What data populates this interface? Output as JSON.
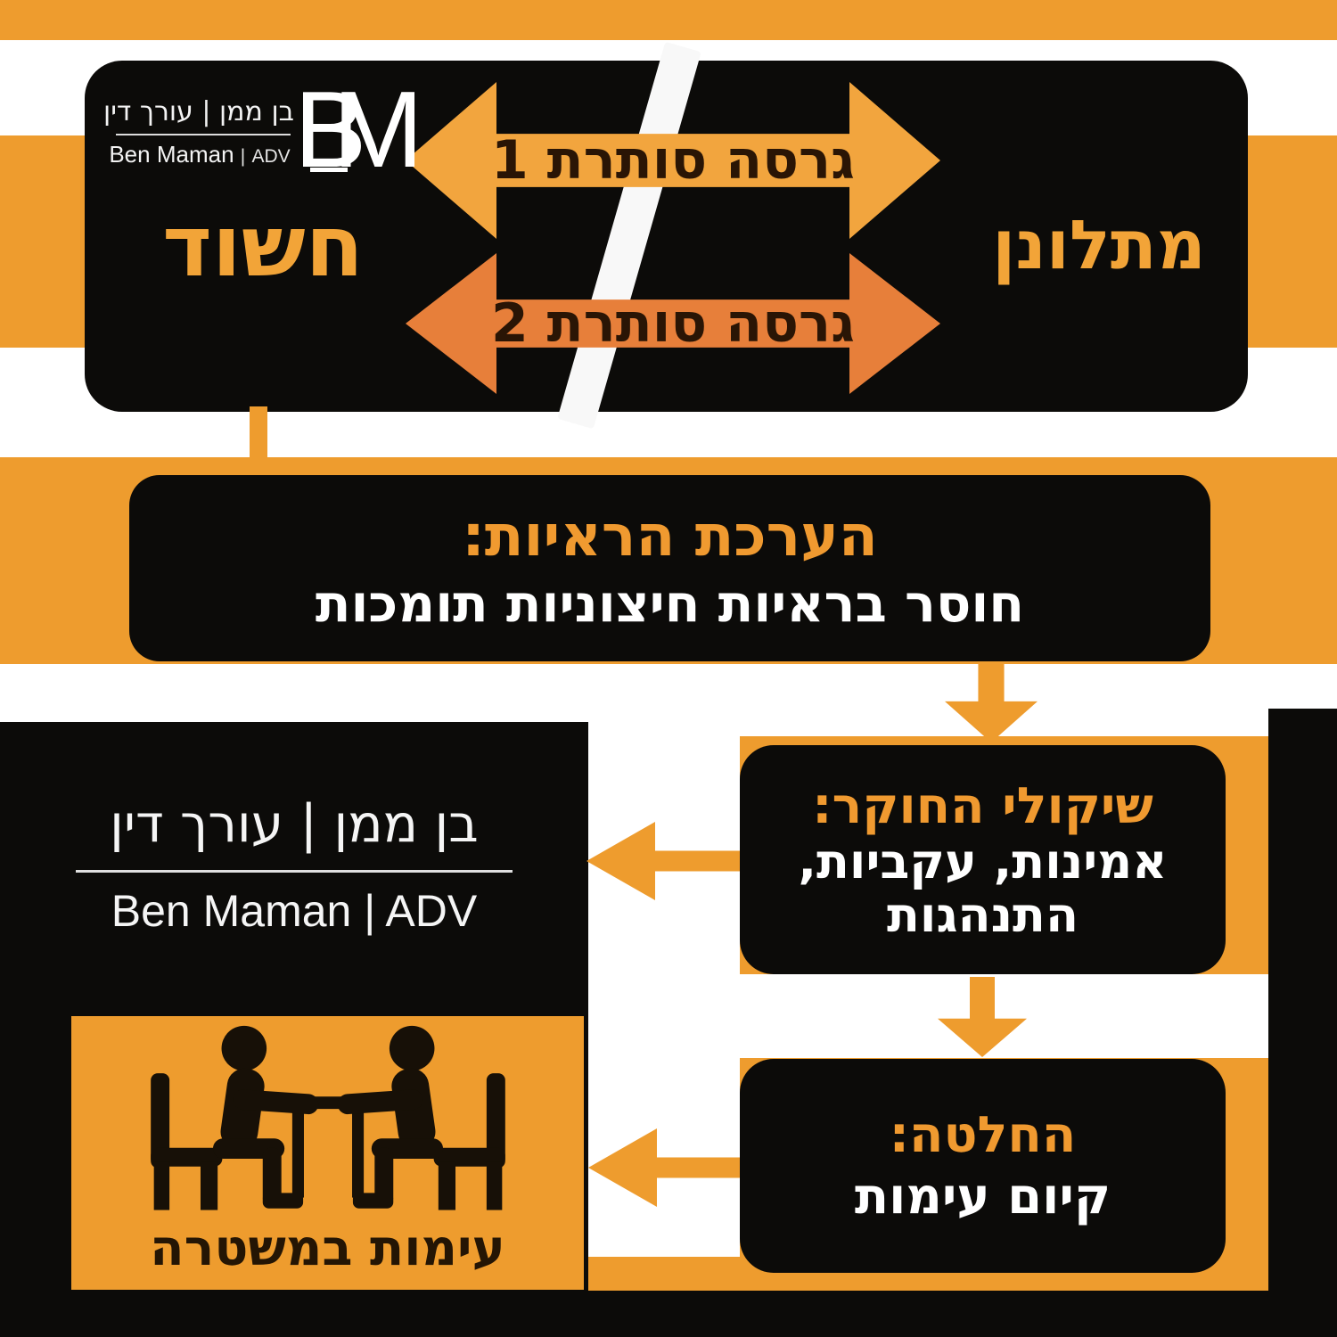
{
  "colors": {
    "stripe_orange": "#ee9c2e",
    "arrow1_orange": "#f2a53e",
    "arrow2_orange": "#e77f3a",
    "heading_orange": "#f09a30",
    "role_orange": "#f2a438",
    "box_black": "#0c0b09",
    "dark_text": "#2a1505",
    "white": "#ffffff"
  },
  "top_box": {
    "logo": {
      "hebrew": "בן ממן | עורך דין",
      "latin": "Ben Maman",
      "latin_divider": "|",
      "latin_suffix": "ADV",
      "monogram_b": "B",
      "monogram_m": "M"
    },
    "suspect_label": "חשוד",
    "complainant_label": "מתלונן",
    "arrow1_label": "גרסה סותרת 1",
    "arrow2_label": "גרסה סותרת 2"
  },
  "evidence_box": {
    "title": "הערכת הראיות:",
    "body": "חוסר בראיות חיצוניות תומכות"
  },
  "investigator_box": {
    "title": "שיקולי החוקר:",
    "line1": "אמינות, עקביות,",
    "line2": "התנהגות"
  },
  "decision_box": {
    "title": "החלטה:",
    "body": "קיום עימות"
  },
  "brand_panel": {
    "hebrew": "בן ממן | עורך דין",
    "latin": "Ben Maman",
    "latin_divider": "|",
    "latin_suffix": "ADV"
  },
  "confrontation_box": {
    "caption": "עימות במשטרה"
  }
}
